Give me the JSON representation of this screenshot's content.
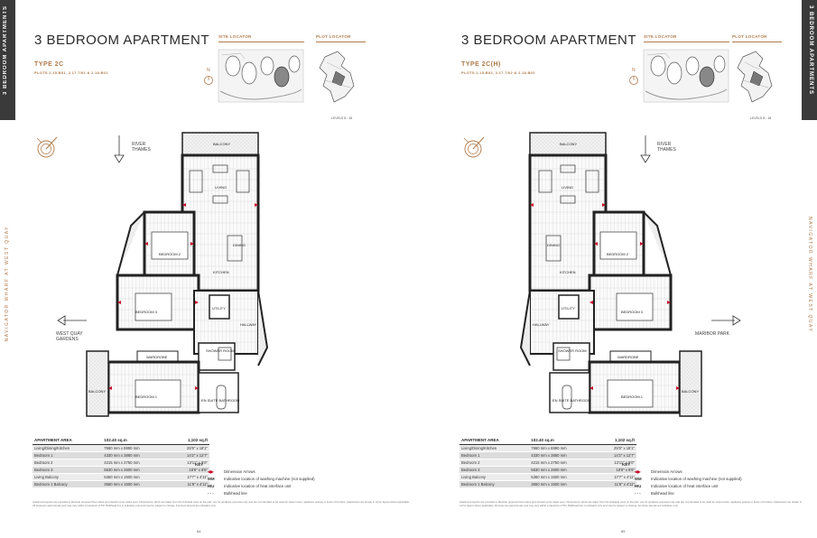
{
  "spine_label": "3 BEDROOM APARTMENTS",
  "side_label": "NAVIGATOR WHARF AT WEST QUAY",
  "pages": [
    {
      "title": "3 BEDROOM APARTMENT",
      "type": "TYPE 2C",
      "plots": "PLOTS 2.15.B01, 2.17.7/01 & 2.18.B01",
      "site_locator": "SITE LOCATOR",
      "plot_locator": "PLOT LOCATOR",
      "level": "LEVELS 8 - 18",
      "river": "RIVER THAMES",
      "direction": "WEST QUAY GARDENS",
      "rooms": {
        "balcony": "BALCONY",
        "living": "LIVING",
        "dining": "DINING",
        "kitchen": "KITCHEN",
        "bedroom1": "BEDROOM 1",
        "bedroom2": "BEDROOM 2",
        "bedroom3": "BEDROOM 3",
        "utility": "UTILITY",
        "hallway": "HALLWAY",
        "wardrobe": "WARDROBE",
        "shower": "SHOWER ROOM",
        "ensuite": "EN SUITE BATHROOM"
      },
      "table": {
        "header": [
          "APARTMENT AREA",
          "102.40 sq.m",
          "1,102 sq.ft"
        ],
        "rows": [
          [
            "Living/Dining/Kitchen",
            "7660 mm x 6990 mm",
            "25'9\" x 18'1\""
          ],
          [
            "Bedroom 1",
            "4330 mm x 3860 mm",
            "14'2\" x 12'7\""
          ],
          [
            "Bedroom 2",
            "4215 mm x 2750 mm",
            "13'11\" x 9'0\""
          ],
          [
            "Bedroom 3",
            "5630 mm x 2600 mm",
            "18'6\" x 8'6\""
          ],
          [
            "Living Balcony",
            "5360 mm x 1500 mm",
            "17'7\" x 4'11\""
          ],
          [
            "Bedroom 1 Balcony",
            "3550 mm x 1500 mm",
            "11'8\" x 4'11\""
          ]
        ]
      },
      "page_number": "64"
    },
    {
      "title": "3 BEDROOM APARTMENT",
      "type": "TYPE 2C(H)",
      "plots": "PLOTS 2.15.B02, 2.17.7/02 & 2.18.B02",
      "site_locator": "SITE LOCATOR",
      "plot_locator": "PLOT LOCATOR",
      "level": "LEVELS 8 - 18",
      "river": "RIVER THAMES",
      "direction": "MARIBOR PARK",
      "rooms": {
        "balcony": "BALCONY",
        "living": "LIVING",
        "dining": "DINING",
        "kitchen": "KITCHEN",
        "bedroom1": "BEDROOM 1",
        "bedroom2": "BEDROOM 2",
        "bedroom3": "BEDROOM 3",
        "utility": "UTILITY",
        "hallway": "HALLWAY",
        "wardrobe": "WARDROBE",
        "shower": "SHOWER ROOM",
        "ensuite": "EN SUITE BATHROOM"
      },
      "table": {
        "header": [
          "APARTMENT AREA",
          "102.40 sq.m",
          "1,102 sq.ft"
        ],
        "rows": [
          [
            "Living/Dining/Kitchen",
            "7660 mm x 6990 mm",
            "25'9\" x 18'1\""
          ],
          [
            "Bedroom 1",
            "4330 mm x 3860 mm",
            "14'2\" x 12'7\""
          ],
          [
            "Bedroom 2",
            "4215 mm x 2750 mm",
            "13'11\" x 9'0\""
          ],
          [
            "Bedroom 3",
            "5630 mm x 2600 mm",
            "18'6\" x 8'6\""
          ],
          [
            "Living Balcony",
            "5360 mm x 1500 mm",
            "17'7\" x 4'11\""
          ],
          [
            "Bedroom 1 Balcony",
            "3550 mm x 1500 mm",
            "11'8\" x 4'11\""
          ]
        ]
      },
      "page_number": "65"
    }
  ],
  "key": {
    "title": "KEY",
    "items": [
      {
        "symbol": "◀▶",
        "text": "Dimension Arrows"
      },
      {
        "symbol": "WM",
        "text": "Indicative location of washing machine (not supplied)"
      },
      {
        "symbol": "HIU",
        "text": "Indicative location of heat interface unit"
      },
      {
        "symbol": "- - -",
        "text": "Bulkhead line"
      }
    ]
  },
  "disclaimer": "Apartment layouts are provided to illustrate proposed floor plans and should not be relied upon. Dimensions, which are taken from the indicated point on the plan, are for guidance purposes only and are not intended to be used for carpet sizes, appliance spaces or items of furniture. Apartments are shown in mirror layout where applicable. All areas are approximate and may vary within a tolerance of 5%. Bulkhead line is indicative only and may be subject to change. Furniture layouts are indicative only.",
  "colors": {
    "accent": "#b07a4a",
    "spine": "#3b3a3a",
    "dimension_arrow": "#c8102e"
  }
}
